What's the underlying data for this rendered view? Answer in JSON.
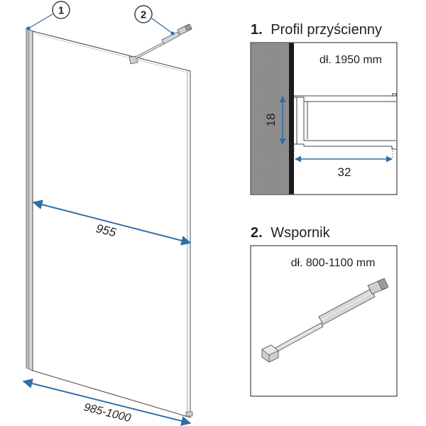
{
  "callouts": {
    "profile_number": "1",
    "bracket_number": "2"
  },
  "panel": {
    "glass_width": "955",
    "total_width": "985-1000"
  },
  "profile_section": {
    "number": "1.",
    "title": "Profil przyścienny",
    "length_note": "dł. 1950 mm",
    "height_dim": "18",
    "depth_dim": "32"
  },
  "bracket_section": {
    "number": "2.",
    "title": "Wspornik",
    "length_note": "dł. 800-1100 mm"
  },
  "colors": {
    "dimension_arrow": "#2f6ea8",
    "wall_fill": "#8c8c8c",
    "frame_stroke": "#555555"
  }
}
